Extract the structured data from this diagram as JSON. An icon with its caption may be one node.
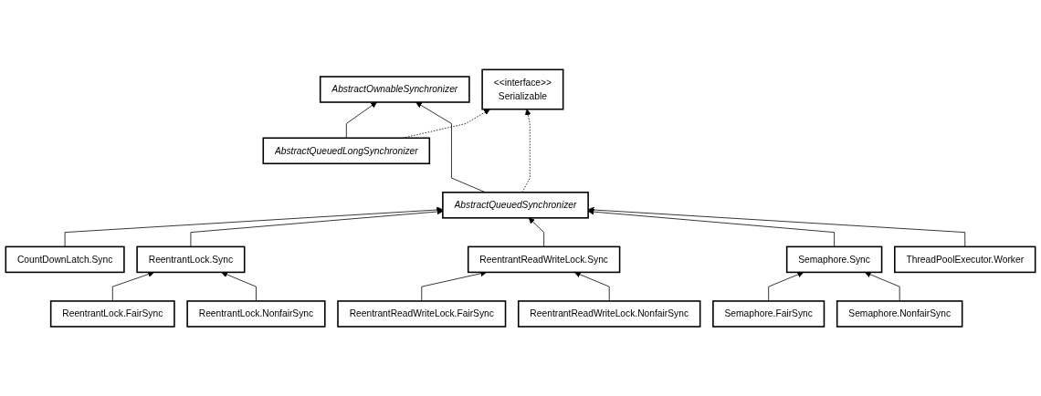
{
  "diagram": {
    "nodes": [
      {
        "text": [
          "AbstractOwnableSynchronizer"
        ]
      },
      {
        "text": [
          "<<interface>>",
          "Serializable"
        ]
      },
      {
        "text": [
          "AbstractQueuedLongSynchronizer"
        ]
      },
      {
        "text": [
          "AbstractQueuedSynchronizer"
        ]
      },
      {
        "text": [
          "CountDownLatch.Sync"
        ]
      },
      {
        "text": [
          "ReentrantLock.Sync"
        ]
      },
      {
        "text": [
          "ReentrantReadWriteLock.Sync"
        ]
      },
      {
        "text": [
          "Semaphore.Sync"
        ]
      },
      {
        "text": [
          "ThreadPoolExecutor.Worker"
        ]
      },
      {
        "text": [
          "ReentrantLock.FairSync"
        ]
      },
      {
        "text": [
          "ReentrantLock.NonfairSync"
        ]
      },
      {
        "text": [
          "ReentrantReadWriteLock.FairSync"
        ]
      },
      {
        "text": [
          "ReentrantReadWriteLock.NonfairSync"
        ]
      },
      {
        "text": [
          "Semaphore.FairSync"
        ]
      },
      {
        "text": [
          "Semaphore.NonfairSync"
        ]
      }
    ],
    "edges": [
      {
        "from": 2,
        "to": 0,
        "arrow": "to"
      },
      {
        "from": 3,
        "to": 0,
        "arrow": "to"
      },
      {
        "from": 2,
        "to": 1,
        "arrow": "to",
        "style": "dashed"
      },
      {
        "from": 3,
        "to": 1,
        "arrow": "to",
        "style": "dashed"
      },
      {
        "from": 4,
        "to": 3,
        "arrow": "to"
      },
      {
        "from": 5,
        "to": 3,
        "arrow": "to"
      },
      {
        "from": 6,
        "to": 3,
        "arrow": "to"
      },
      {
        "from": 7,
        "to": 3,
        "arrow": "to"
      },
      {
        "from": 8,
        "to": 3,
        "arrow": "to"
      },
      {
        "from": 9,
        "to": 5,
        "arrow": "to"
      },
      {
        "from": 10,
        "to": 5,
        "arrow": "to"
      },
      {
        "from": 11,
        "to": 6,
        "arrow": "to"
      },
      {
        "from": 12,
        "to": 6,
        "arrow": "to"
      },
      {
        "from": 13,
        "to": 7,
        "arrow": "to"
      },
      {
        "from": 14,
        "to": 7,
        "arrow": "to"
      }
    ]
  }
}
